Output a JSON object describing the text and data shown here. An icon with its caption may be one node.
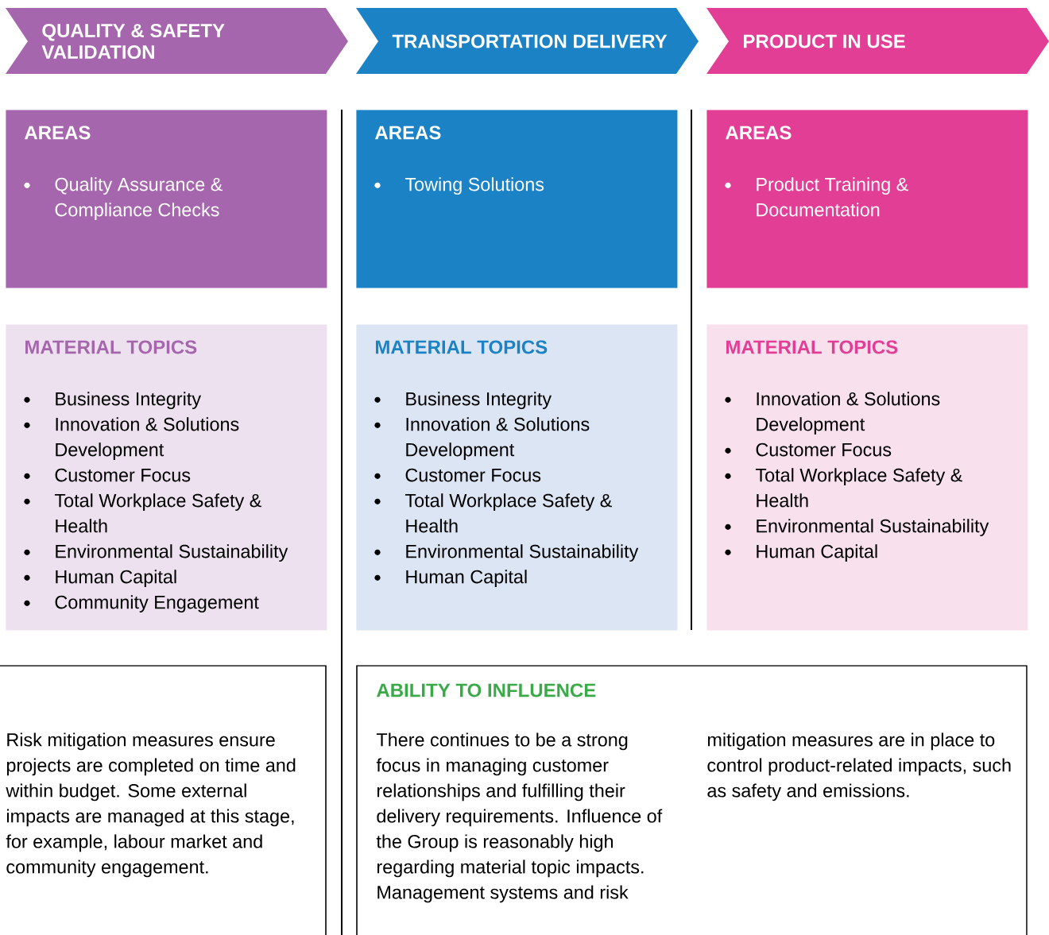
{
  "diagram": {
    "nodes": [
      {
        "text": [
          "QUALITY & SAFETY VALIDATION"
        ]
      },
      {
        "text": [
          "TRANSPORTATION DELIVERY"
        ]
      },
      {
        "text": [
          "PRODUCT IN USE"
        ]
      },
      {
        "text": [
          "AREAS",
          "Quality Assurance & Compliance Checks"
        ]
      },
      {
        "text": [
          "AREAS",
          "Towing Solutions"
        ]
      },
      {
        "text": [
          "AREAS",
          "Product Training & Documentation"
        ]
      },
      {
        "text": [
          "MATERIAL TOPICS",
          "Business Integrity",
          "Innovation & Solutions Development",
          "Customer Focus",
          "Total Workplace Safety & Health",
          "Environmental Sustainability",
          "Human Capital",
          "Community Engagement"
        ]
      },
      {
        "text": [
          "MATERIAL TOPICS",
          "Business Integrity",
          "Innovation & Solutions Development",
          "Customer Focus",
          "Total Workplace Safety & Health",
          "Environmental Sustainability",
          "Human Capital"
        ]
      },
      {
        "text": [
          "MATERIAL TOPICS",
          "Innovation & Solutions Development",
          "Customer Focus",
          "Total Workplace Safety & Health",
          "Environmental Sustainability",
          "Human Capital"
        ]
      },
      {
        "text": [
          "Risk mitigation measures ensure projects are completed on time and within budget. Some external impacts are managed at this stage, for example, labour market and community engagement."
        ]
      },
      {
        "text": [
          "ABILITY TO INFLUENCE",
          "There continues to be a strong focus in managing customer relationships and fulfilling their delivery requirements. Influence of the Group is reasonably high regarding material topic impacts. Management systems and risk",
          "mitigation measures are in place to control product-related impacts, such as safety and emissions."
        ]
      }
    ]
  }
}
